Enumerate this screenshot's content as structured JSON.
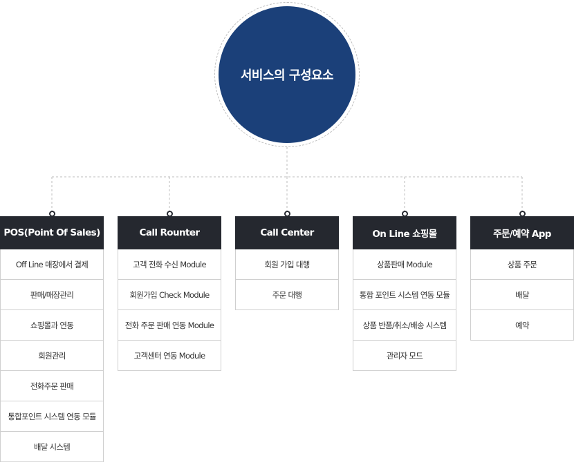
{
  "hub": {
    "label": "서비스의 구성요소"
  },
  "columns": [
    {
      "title": "POS(Point Of Sales)",
      "items": [
        "Off Line 매장에서 결제",
        "판매/매장관리",
        "쇼핑몰과 연동",
        "회원관리",
        "전화주문 판매",
        "통합포인트 시스템 연동 모듈",
        "배달 시스템"
      ]
    },
    {
      "title": "Call Rounter",
      "items": [
        "고객 전화 수신 Module",
        "회원가입 Check  Module",
        "전화 주문 판매 연동 Module",
        "고객센터 연동 Module"
      ]
    },
    {
      "title": "Call Center",
      "items": [
        "회원 가입 대행",
        "주문 대행"
      ]
    },
    {
      "title": "On Line 쇼핑몰",
      "items": [
        "상품판매 Module",
        "통합 포인트 시스템 연동 모듈",
        "상품 반품/취소/배송 시스템",
        "관리자 모드"
      ]
    },
    {
      "title": "주문/예약 App",
      "items": [
        "상품 주문",
        "배달",
        "예약"
      ]
    }
  ],
  "colors": {
    "hub": "#1b4079",
    "header": "#25282f",
    "border": "#cfcfcf",
    "connector": "#bdbdbd"
  }
}
